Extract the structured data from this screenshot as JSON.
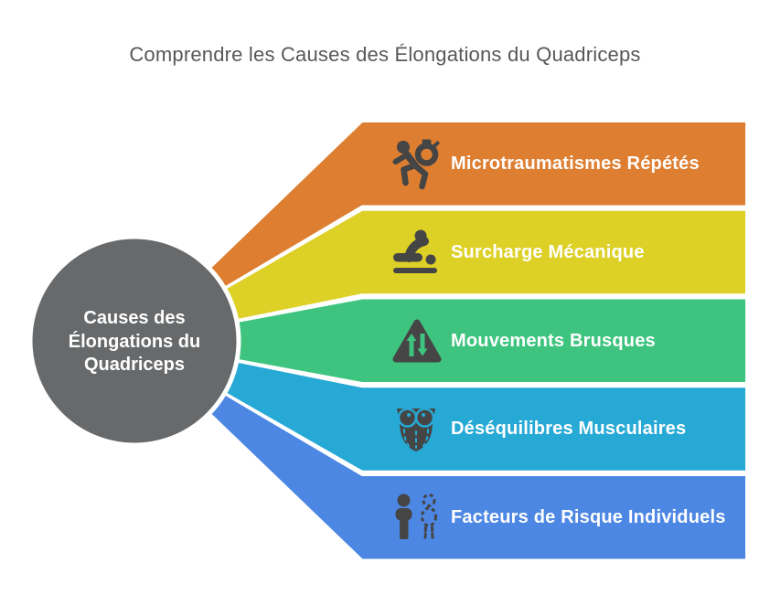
{
  "title": "Comprendre les Causes des Élongations du Quadriceps",
  "center": {
    "lines": [
      "Causes des",
      "Élongations du",
      "Quadriceps"
    ],
    "color": "#67696B"
  },
  "causes": [
    {
      "label": "Microtraumatismes Répétés",
      "color": "#DD7E31",
      "icon": "runner-stopwatch-icon"
    },
    {
      "label": "Surcharge Mécanique",
      "color": "#DDD026",
      "icon": "massage-icon"
    },
    {
      "label": "Mouvements Brusques",
      "color": "#3EC47E",
      "icon": "two-way-arrows-triangle-icon"
    },
    {
      "label": "Déséquilibres Musculaires",
      "color": "#27A9D6",
      "icon": "torso-muscles-icon"
    },
    {
      "label": "Facteurs de Risque Individuels",
      "color": "#4D87E4",
      "icon": "person-risk-profile-icon"
    }
  ],
  "colors": {
    "icon": "#454545",
    "title_text": "#58585A",
    "label_text": "#FFFFFF",
    "background": "#FFFFFF"
  }
}
